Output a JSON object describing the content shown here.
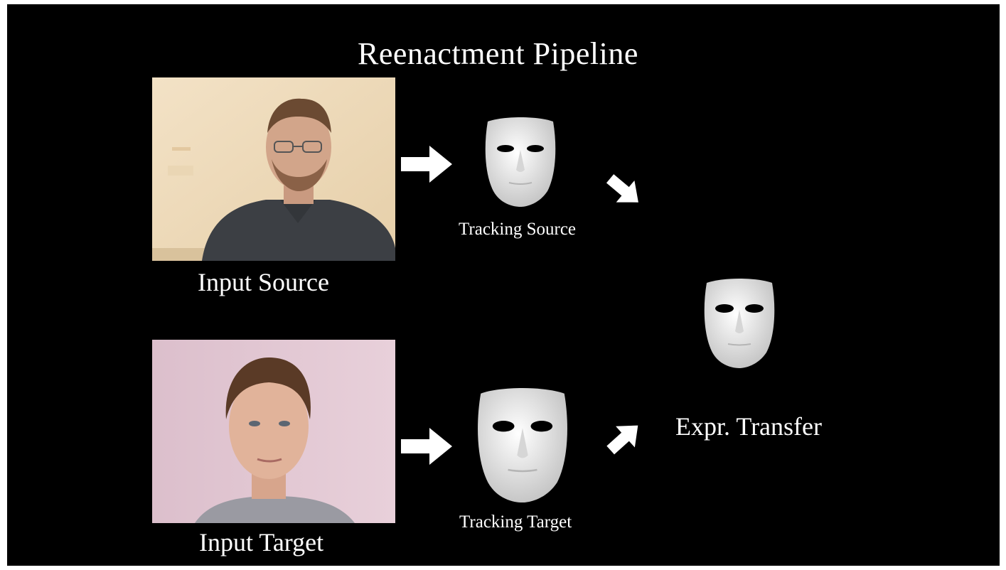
{
  "title": "Reenactment Pipeline",
  "labels": {
    "input_source": "Input Source",
    "input_target": "Input Target",
    "tracking_source": "Tracking Source",
    "tracking_target": "Tracking Target",
    "expr_transfer": "Expr. Transfer"
  },
  "colors": {
    "background": "#000000",
    "text": "#ffffff",
    "arrow": "#ffffff",
    "mask": "#e6e6e6",
    "source_wall": "#f0dcbc",
    "target_wall": "#e2c8d4"
  },
  "icons": [
    "arrow-right-icon",
    "arrow-down-right-icon",
    "arrow-up-right-icon",
    "face-mask-icon",
    "person-photo"
  ]
}
